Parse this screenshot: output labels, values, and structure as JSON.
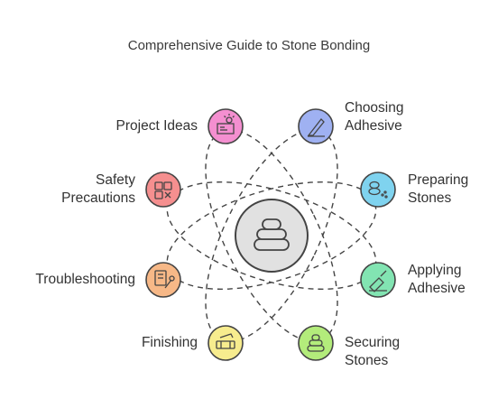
{
  "title": "Comprehensive Guide to Stone Bonding",
  "center": {
    "icon": "stacked-stones-icon",
    "color": "#e1e1e1"
  },
  "items": [
    {
      "id": "project-ideas",
      "label": "Project Ideas",
      "side": "left",
      "color": "#f48fd0",
      "icon": "idea-board-icon"
    },
    {
      "id": "safety-precautions",
      "label": "Safety\nPrecautions",
      "side": "left",
      "color": "#f58f8f",
      "icon": "safety-gear-icon"
    },
    {
      "id": "troubleshooting",
      "label": "Troubleshooting",
      "side": "left",
      "color": "#f7b887",
      "icon": "wrench-checklist-icon"
    },
    {
      "id": "finishing",
      "label": "Finishing",
      "side": "left",
      "color": "#f7ec8e",
      "icon": "leveling-tool-icon"
    },
    {
      "id": "choosing-adhesive",
      "label": "Choosing\nAdhesive",
      "side": "right",
      "color": "#9fb1f2",
      "icon": "adhesive-tube-icon"
    },
    {
      "id": "preparing-stones",
      "label": "Preparing\nStones",
      "side": "right",
      "color": "#7fd3ef",
      "icon": "stone-prep-icon"
    },
    {
      "id": "applying-adhesive",
      "label": "Applying\nAdhesive",
      "side": "right",
      "color": "#82e4b2",
      "icon": "trowel-icon"
    },
    {
      "id": "securing-stones",
      "label": "Securing\nStones",
      "side": "right",
      "color": "#b3ec7b",
      "icon": "stone-stack-icon"
    }
  ]
}
